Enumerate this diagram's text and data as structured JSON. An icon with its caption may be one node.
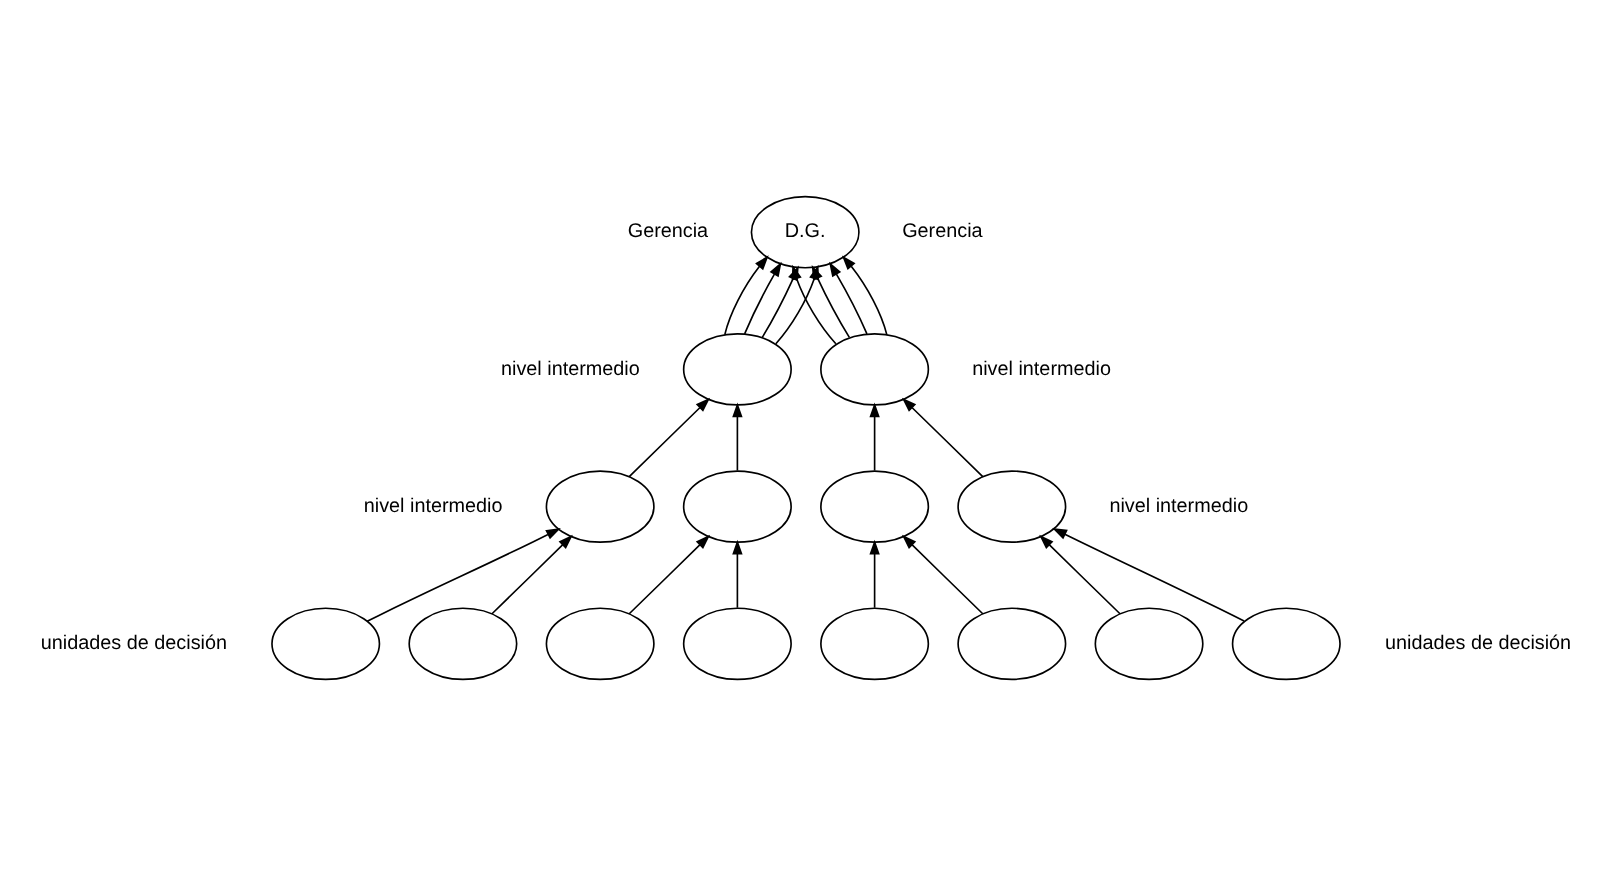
{
  "diagram": {
    "nodes": [
      {
        "text": [
          "D.G."
        ]
      },
      {
        "text": [],
        "shape": "circle"
      },
      {
        "text": [],
        "shape": "circle"
      },
      {
        "text": [],
        "shape": "circle"
      },
      {
        "text": [],
        "shape": "circle"
      },
      {
        "text": [],
        "shape": "circle"
      },
      {
        "text": [],
        "shape": "circle"
      },
      {
        "text": [],
        "shape": "circle"
      },
      {
        "text": [],
        "shape": "circle"
      },
      {
        "text": [],
        "shape": "circle"
      },
      {
        "text": [],
        "shape": "circle"
      },
      {
        "text": [],
        "shape": "circle"
      },
      {
        "text": [],
        "shape": "circle"
      },
      {
        "text": [],
        "shape": "circle"
      },
      {
        "text": [],
        "shape": "circle"
      }
    ],
    "edges": [
      {
        "from": 7,
        "to": 3,
        "arrow": "to"
      },
      {
        "from": 8,
        "to": 3,
        "arrow": "to"
      },
      {
        "from": 9,
        "to": 4,
        "arrow": "to"
      },
      {
        "from": 10,
        "to": 4,
        "arrow": "to"
      },
      {
        "from": 11,
        "to": 5,
        "arrow": "to"
      },
      {
        "from": 12,
        "to": 5,
        "arrow": "to"
      },
      {
        "from": 13,
        "to": 6,
        "arrow": "to"
      },
      {
        "from": 14,
        "to": 6,
        "arrow": "to"
      },
      {
        "from": 3,
        "to": 1,
        "arrow": "to"
      },
      {
        "from": 4,
        "to": 1,
        "arrow": "to"
      },
      {
        "from": 5,
        "to": 2,
        "arrow": "to"
      },
      {
        "from": 6,
        "to": 2,
        "arrow": "to"
      },
      {
        "from": 1,
        "to": 0,
        "arrow": "to"
      },
      {
        "from": 1,
        "to": 0,
        "arrow": "to"
      },
      {
        "from": 1,
        "to": 0,
        "arrow": "to"
      },
      {
        "from": 1,
        "to": 0,
        "arrow": "to"
      },
      {
        "from": 2,
        "to": 0,
        "arrow": "to"
      },
      {
        "from": 2,
        "to": 0,
        "arrow": "to"
      },
      {
        "from": 2,
        "to": 0,
        "arrow": "to"
      },
      {
        "from": 2,
        "to": 0,
        "arrow": "to"
      }
    ],
    "labels": [
      "Gerencia",
      "Gerencia",
      "nivel intermedio",
      "nivel intermedio",
      "nivel intermedio",
      "nivel intermedio",
      "unidades de decisión",
      "unidades de decisión"
    ]
  }
}
